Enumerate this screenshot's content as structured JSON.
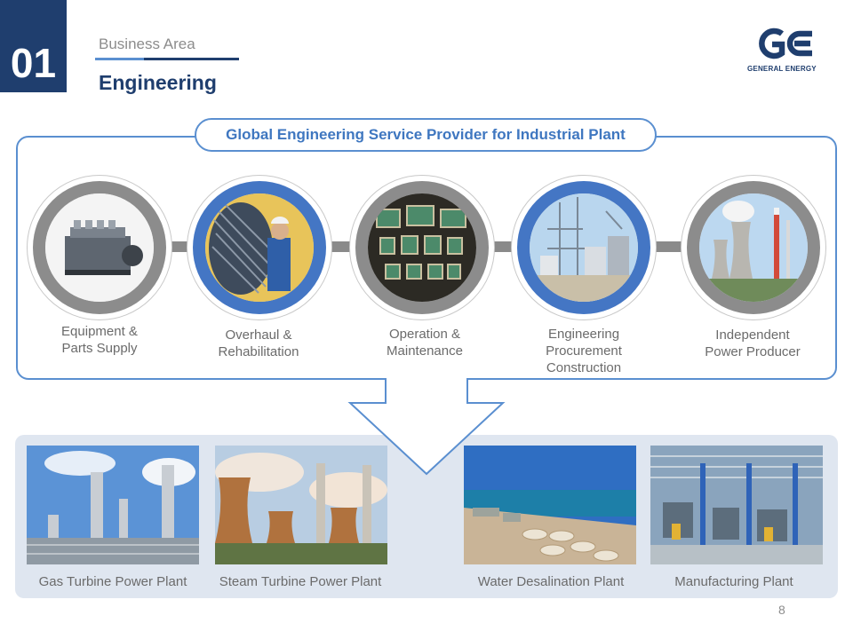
{
  "header": {
    "section_number": "01",
    "area_label": "Business Area",
    "area_title": "Engineering"
  },
  "logo": {
    "mark": "GE",
    "company": "GENERAL ENERGY",
    "color": "#1f3e6e"
  },
  "services": {
    "title": "Global Engineering Service Provider for Industrial Plant",
    "items": [
      {
        "label_lines": [
          "Equipment &",
          "Parts Supply"
        ],
        "ring": "grey",
        "image": "engine-icon"
      },
      {
        "label_lines": [
          "Overhaul &",
          "Rehabilitation"
        ],
        "ring": "blue",
        "image": "turbine-overhaul-icon"
      },
      {
        "label_lines": [
          "Operation &",
          "Maintenance"
        ],
        "ring": "grey",
        "image": "control-room-icon"
      },
      {
        "label_lines": [
          "Engineering",
          "Procurement",
          "Construction"
        ],
        "ring": "blue",
        "image": "construction-site-icon"
      },
      {
        "label_lines": [
          "Independent",
          "Power Producer"
        ],
        "ring": "grey",
        "image": "cooling-tower-icon"
      }
    ]
  },
  "plants": [
    {
      "label": "Gas Turbine Power Plant",
      "image": "gas-plant-icon"
    },
    {
      "label": "Steam Turbine Power Plant",
      "image": "steam-plant-icon"
    },
    {
      "label": "Water Desalination Plant",
      "image": "desalination-plant-icon"
    },
    {
      "label": "Manufacturing Plant",
      "image": "factory-icon"
    }
  ],
  "footer": {
    "page_number": "8"
  },
  "colors": {
    "navy": "#1f3e6e",
    "accent_blue": "#4476c4",
    "frame_blue": "#5a8fd0",
    "panel": "#dfe6f0"
  }
}
